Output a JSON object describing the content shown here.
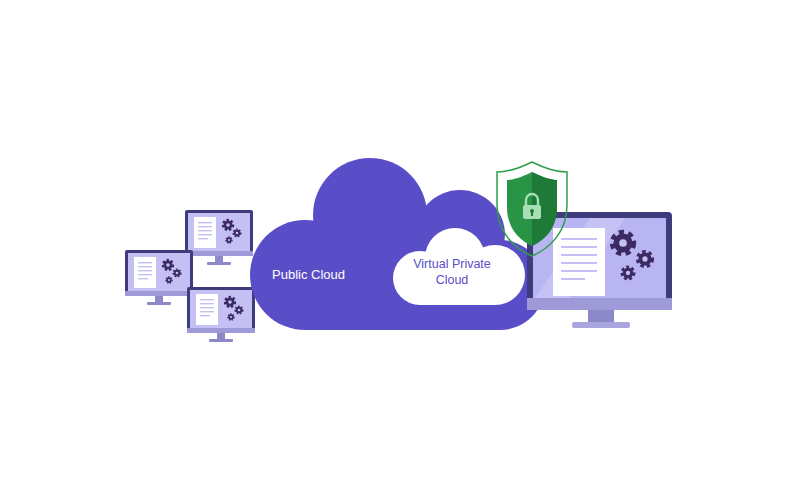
{
  "diagram": {
    "nodes": [
      {
        "text": [
          "Public Cloud"
        ]
      },
      {
        "text": [
          "Virtual Private Cloud"
        ],
        "in": 0
      }
    ]
  }
}
